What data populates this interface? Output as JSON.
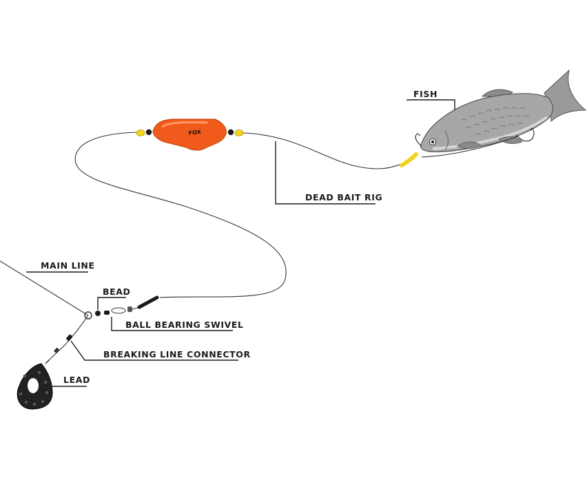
{
  "labels": {
    "fish": "FISH",
    "dead_bait_rig": "DEAD BAIT RIG",
    "main_line": "MAIN LINE",
    "bead": "BEAD",
    "ball_bearing_swivel": "BALL BEARING SWIVEL",
    "breaking_line_connector": "BREAKING LINE CONNECTOR",
    "lead": "LEAD"
  },
  "colors": {
    "float": "#f05a1a",
    "bead_yellow": "#f2d21c",
    "fish_body": "#a7a7a7",
    "lead": "#222222"
  }
}
